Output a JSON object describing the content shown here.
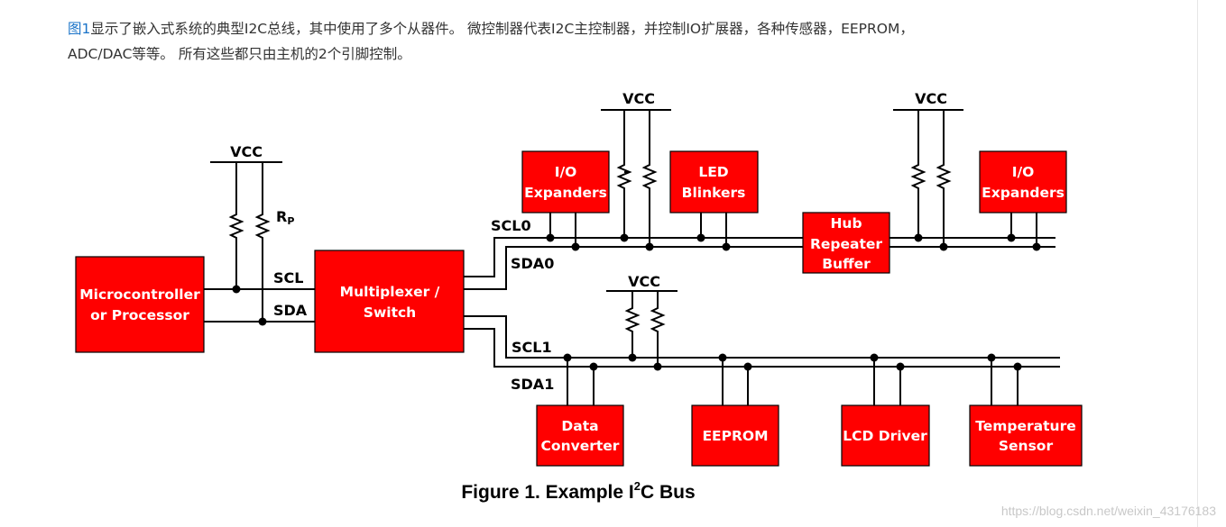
{
  "intro": {
    "link_text": "图1",
    "line1": "显示了嵌入式系统的典型I2C总线，其中使用了多个从器件。 微控制器代表I2C主控制器，并控制IO扩展器，各种传感器，EEPROM，",
    "line2": "ADC/DAC等等。 所有这些都只由主机的2个引脚控制。"
  },
  "diagram": {
    "vcc_label": "VCC",
    "rp_label": "R",
    "rp_sub": "P",
    "scl_label": "SCL",
    "sda_label": "SDA",
    "scl0_label": "SCL0",
    "sda0_label": "SDA0",
    "scl1_label": "SCL1",
    "sda1_label": "SDA1",
    "microcontroller": [
      "Microcontroller",
      "or Processor"
    ],
    "multiplexer": [
      "Multiplexer /",
      "Switch"
    ],
    "io_expanders": [
      "I/O",
      "Expanders"
    ],
    "led_blinkers": [
      "LED",
      "Blinkers"
    ],
    "hub": [
      "Hub",
      "Repeater",
      "Buffer"
    ],
    "data_converter": [
      "Data",
      "Converter"
    ],
    "eeprom": "EEPROM",
    "lcd_driver": "LCD Driver",
    "temperature_sensor": [
      "Temperature",
      "Sensor"
    ],
    "box_color": "#ff0000"
  },
  "caption": {
    "before": "Figure 1. Example I",
    "sup": "2",
    "after": "C Bus"
  },
  "watermark": "https://blog.csdn.net/weixin_43176183"
}
